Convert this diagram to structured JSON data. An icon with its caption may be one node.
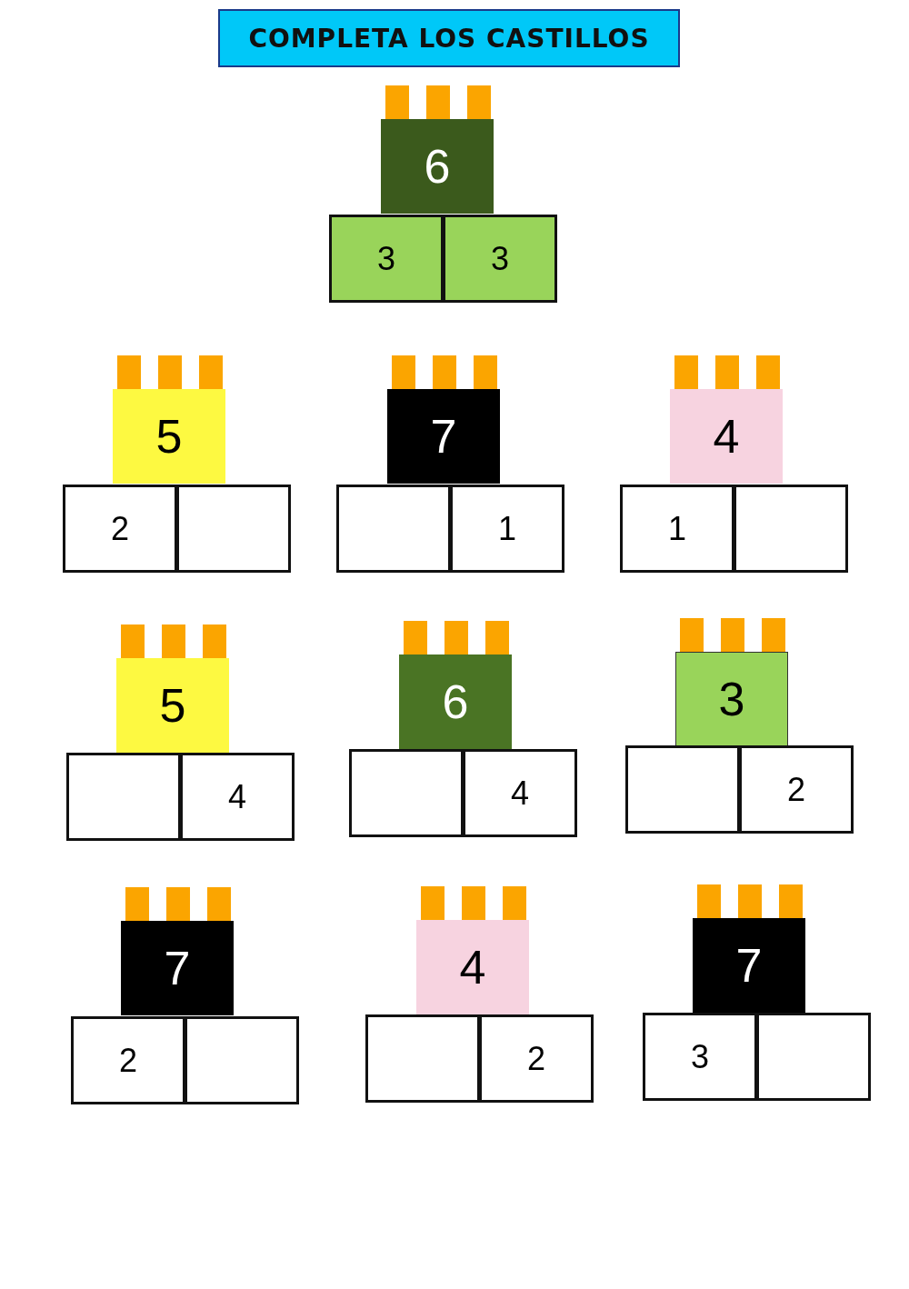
{
  "diagram": {
    "title": "COMPLETA LOS CASTILLOS",
    "nodes": [
      {
        "text": [
          "6"
        ]
      },
      {
        "text": [
          "3"
        ]
      },
      {
        "text": [
          "3"
        ]
      },
      {
        "text": [
          "5"
        ]
      },
      {
        "text": [
          "2"
        ]
      },
      {
        "text": [],
        "shape": "box"
      },
      {
        "text": [
          "7"
        ]
      },
      {
        "text": [],
        "shape": "box"
      },
      {
        "text": [
          "1"
        ]
      },
      {
        "text": [
          "4"
        ]
      },
      {
        "text": [
          "1"
        ]
      },
      {
        "text": [],
        "shape": "box"
      },
      {
        "text": [
          "5"
        ]
      },
      {
        "text": [],
        "shape": "box"
      },
      {
        "text": [
          "4"
        ]
      },
      {
        "text": [
          "6"
        ]
      },
      {
        "text": [],
        "shape": "box"
      },
      {
        "text": [
          "4"
        ]
      },
      {
        "text": [
          "3"
        ]
      },
      {
        "text": [],
        "shape": "box"
      },
      {
        "text": [
          "2"
        ]
      },
      {
        "text": [
          "7"
        ]
      },
      {
        "text": [
          "2"
        ]
      },
      {
        "text": [],
        "shape": "box"
      },
      {
        "text": [
          "4"
        ]
      },
      {
        "text": [],
        "shape": "box"
      },
      {
        "text": [
          "2"
        ]
      },
      {
        "text": [
          "7"
        ]
      },
      {
        "text": [
          "3"
        ]
      },
      {
        "text": [],
        "shape": "box"
      }
    ]
  }
}
